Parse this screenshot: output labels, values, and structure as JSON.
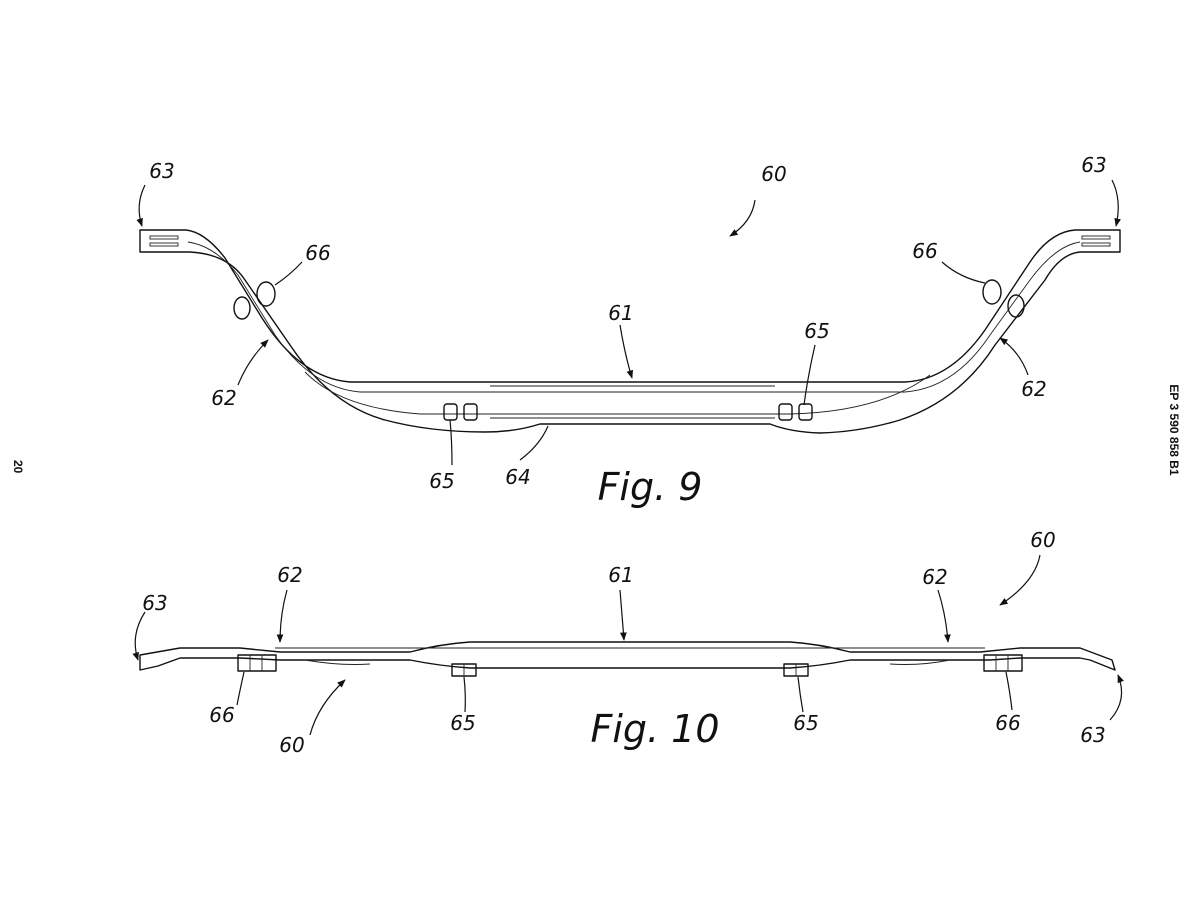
{
  "sheet": {
    "page_number": "20",
    "publication_number": "EP 3 590 858 B1"
  },
  "figure9": {
    "caption": "Fig. 9",
    "labels": {
      "assembly": "60",
      "body": "61",
      "arm_left": "62",
      "arm_right": "62",
      "end_left": "63",
      "end_right": "63",
      "rib": "64",
      "clip_left": "65",
      "clip_right": "65",
      "boss_left": "66",
      "boss_right": "66"
    }
  },
  "figure10": {
    "caption": "Fig. 10",
    "labels": {
      "assembly_top": "60",
      "assembly_bottom": "60",
      "body": "61",
      "arm_left": "62",
      "arm_right": "62",
      "end_left": "63",
      "end_right": "63",
      "clip_left": "65",
      "clip_right": "65",
      "boss_left": "66",
      "boss_right": "66"
    }
  }
}
